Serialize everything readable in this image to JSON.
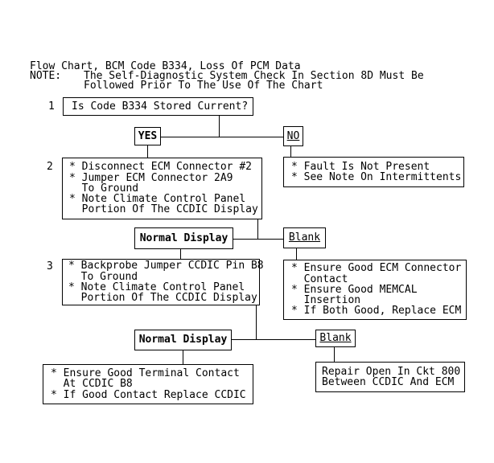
{
  "page": {
    "background_color": "#ffffff",
    "text_color": "#000000"
  },
  "header": {
    "title": "Flow Chart, BCM Code B334, Loss Of PCM Data",
    "note_label": "NOTE:",
    "note_line1": "The Self-Diagnostic System Check In Section 8D Must Be",
    "note_line2": "Followed Prior To The Use Of The Chart"
  },
  "flow": {
    "step1": {
      "number": "1",
      "text": "Is Code B334 Stored Current?"
    },
    "yes_label": "YES",
    "no_label": "NO",
    "step2": {
      "number": "2",
      "lines": [
        "* Disconnect ECM Connector #2",
        "* Jumper ECM Connector 2A9",
        "  To Ground",
        "* Note Climate Control Panel",
        "  Portion Of The CCDIC Display"
      ]
    },
    "fault_box": {
      "lines": [
        "* Fault Is Not Present",
        "* See Note On Intermittents"
      ]
    },
    "normal_display1": "Normal Display",
    "blank1": "Blank",
    "step3": {
      "number": "3",
      "lines": [
        "* Backprobe Jumper CCDIC Pin B8",
        "  To Ground",
        "* Note Climate Control Panel",
        "  Portion Of The CCDIC Display"
      ]
    },
    "ecm_box": {
      "lines": [
        "* Ensure Good ECM Connector",
        "  Contact",
        "* Ensure Good MEMCAL",
        "  Insertion",
        "* If Both Good, Replace ECM"
      ]
    },
    "normal_display2": "Normal Display",
    "blank2": "Blank",
    "ccdic_box": {
      "lines": [
        "* Ensure Good Terminal Contact",
        "  At CCDIC B8",
        "* If Good Contact Replace CCDIC"
      ]
    },
    "repair_box": {
      "lines": [
        "Repair Open In Ckt 800",
        "Between CCDIC And ECM"
      ]
    }
  }
}
